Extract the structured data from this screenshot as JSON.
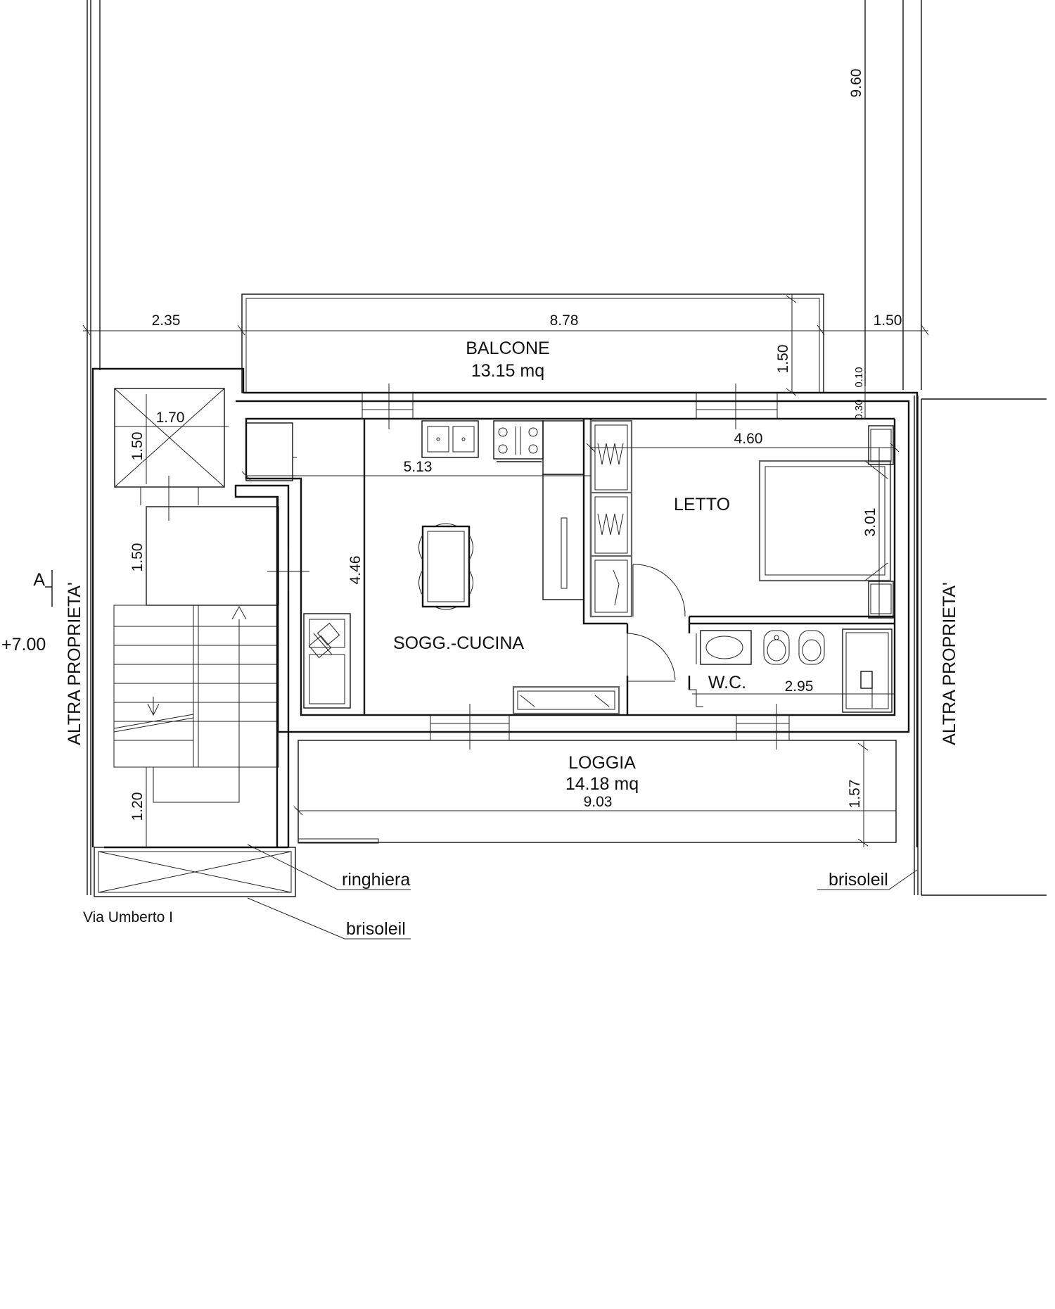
{
  "rooms": {
    "balcone": "BALCONE",
    "balcone_area": "13.15 mq",
    "letto": "LETTO",
    "soggiorno": "SOGG.-CUCINA",
    "wc": "W.C.",
    "loggia": "LOGGIA",
    "loggia_area": "14.18 mq"
  },
  "labels": {
    "altra_left": "ALTRA PROPRIETA'",
    "altra_right": "ALTRA PROPRIETA'",
    "section_mark": "A",
    "elevation": "+7.00",
    "street": "Via Umberto I",
    "ringhiera": "ringhiera",
    "brisoleil_right": "brisoleil",
    "brisoleil_bottom": "brisoleil"
  },
  "dimensions": {
    "d_960": "9.60",
    "d_235": "2.35",
    "d_878": "8.78",
    "d_150_right": "1.50",
    "d_150_balcone": "1.50",
    "d_010": "0.10",
    "d_030": "0.30",
    "d_170": "1.70",
    "d_150_stair_top": "1.50",
    "d_150_stair_mid": "1.50",
    "d_120": "1.20",
    "d_460": "4.60",
    "d_513": "5.13",
    "d_446": "4.46",
    "d_301": "3.01",
    "d_295": "2.95",
    "d_903": "9.03",
    "d_157": "1.57"
  }
}
